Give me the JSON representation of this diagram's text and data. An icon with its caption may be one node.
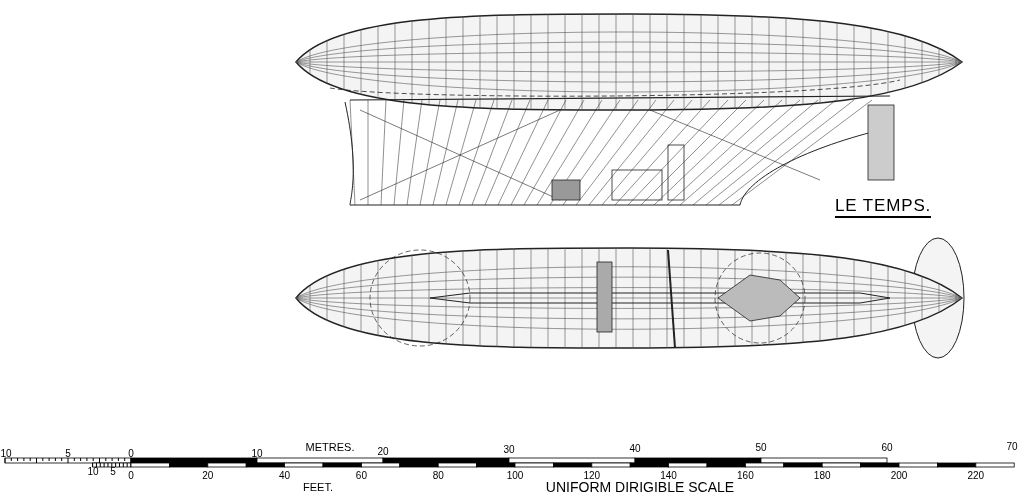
{
  "diagram": {
    "title": "LE TEMPS.",
    "labels": [
      "METRES.",
      "10",
      "5",
      "0",
      "10",
      "20",
      "30",
      "40",
      "50",
      "60",
      "70",
      "10",
      "5",
      "0",
      "20",
      "40",
      "60",
      "80",
      "100",
      "120",
      "140",
      "160",
      "180",
      "200",
      "220",
      "FEET.",
      "UNIFORM DIRIGIBLE SCALE"
    ]
  }
}
